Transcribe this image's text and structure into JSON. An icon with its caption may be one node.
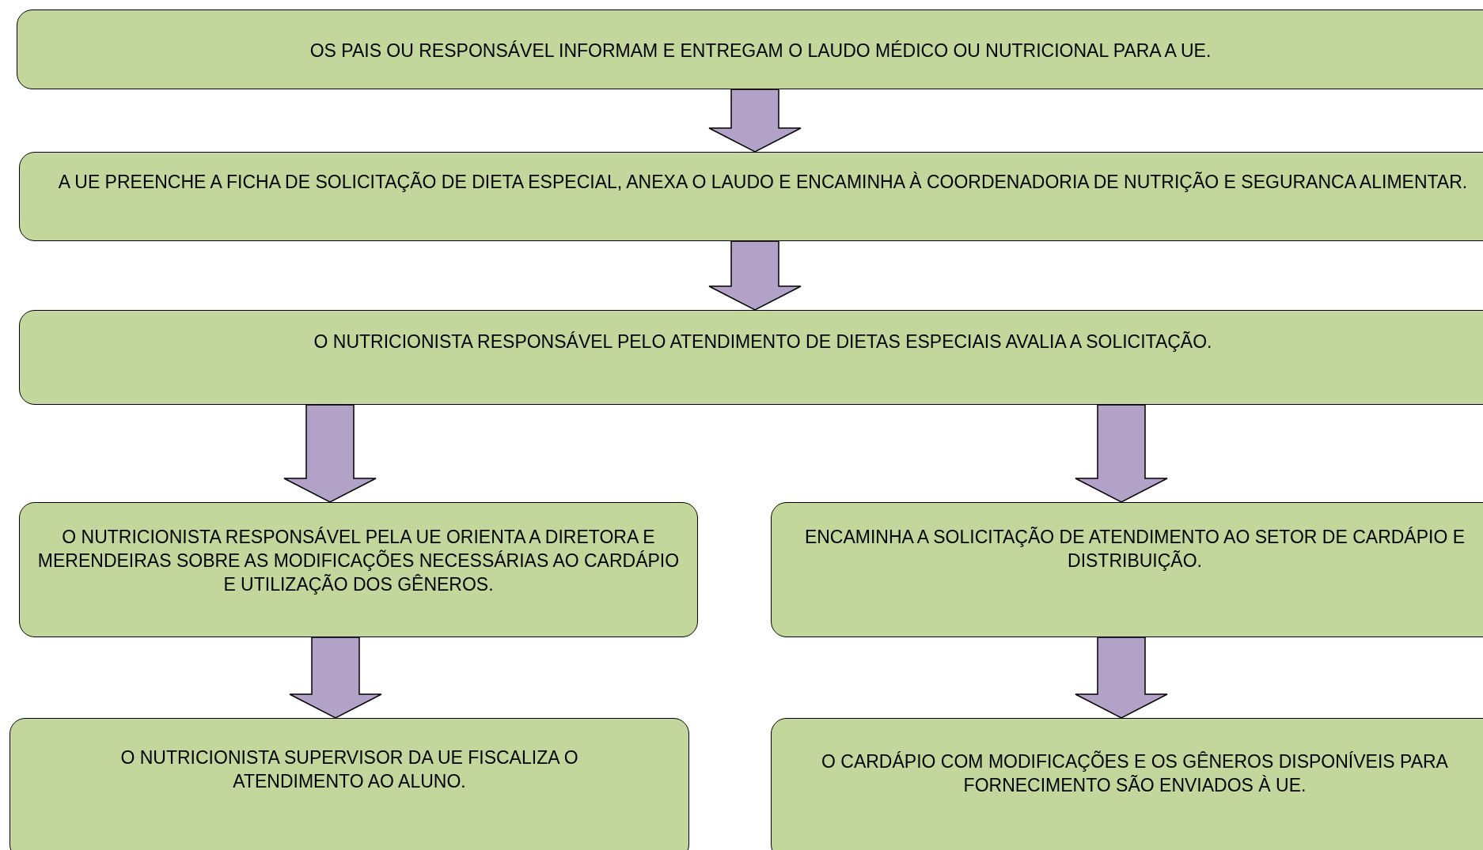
{
  "diagram": {
    "nodes": [
      {
        "text": [
          "OS PAIS OU RESPONSÁVEL INFORMAM E ENTREGAM O LAUDO MÉDICO OU NUTRICIONAL PARA A UE."
        ]
      },
      {
        "text": [
          "A UE PREENCHE A FICHA DE SOLICITAÇÃO DE DIETA ESPECIAL, ANEXA O LAUDO E ENCAMINHA À COORDENADORIA DE NUTRIÇÃO E SEGURANCA ALIMENTAR."
        ]
      },
      {
        "text": [
          "O NUTRICIONISTA RESPONSÁVEL PELO ATENDIMENTO DE DIETAS ESPECIAIS AVALIA A SOLICITAÇÃO."
        ]
      },
      {
        "text": [
          "O NUTRICIONISTA RESPONSÁVEL PELA UE ORIENTA A DIRETORA E MERENDEIRAS SOBRE AS MODIFICAÇÕES NECESSÁRIAS AO CARDÁPIO E UTILIZAÇÃO DOS GÊNEROS."
        ]
      },
      {
        "text": [
          "ENCAMINHA A SOLICITAÇÃO DE ATENDIMENTO AO SETOR DE CARDÁPIO E DISTRIBUIÇÃO."
        ]
      },
      {
        "text": [
          "O NUTRICIONISTA SUPERVISOR DA UE FISCALIZA O ATENDIMENTO AO ALUNO."
        ]
      },
      {
        "text": [
          "O CARDÁPIO COM MODIFICAÇÕES E OS GÊNEROS DISPONÍVEIS PARA FORNECIMENTO SÃO ENVIADOS À UE."
        ]
      }
    ],
    "edges": [
      {
        "from": 0,
        "to": 1,
        "arrow": "to"
      },
      {
        "from": 1,
        "to": 2,
        "arrow": "to"
      },
      {
        "from": 2,
        "to": 3,
        "arrow": "to"
      },
      {
        "from": 2,
        "to": 4,
        "arrow": "to"
      },
      {
        "from": 3,
        "to": 5,
        "arrow": "to"
      },
      {
        "from": 4,
        "to": 6,
        "arrow": "to"
      }
    ]
  }
}
